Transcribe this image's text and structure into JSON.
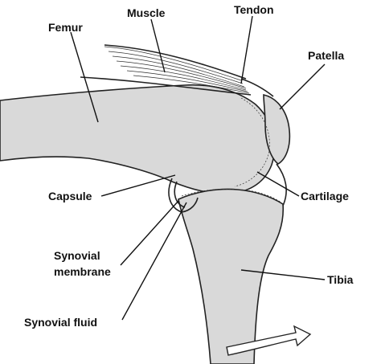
{
  "labels": {
    "muscle": "Muscle",
    "tendon": "Tendon",
    "femur": "Femur",
    "patella": "Patella",
    "capsule": "Capsule",
    "cartilage": "Cartilage",
    "synovial_membrane_line1": "Synovial",
    "synovial_membrane_line2": "membrane",
    "tibia": "Tibia",
    "synovial_fluid": "Synovial fluid"
  },
  "colors": {
    "bone_fill": "#d9d9d9",
    "ink": "#111111",
    "background": "#ffffff"
  }
}
